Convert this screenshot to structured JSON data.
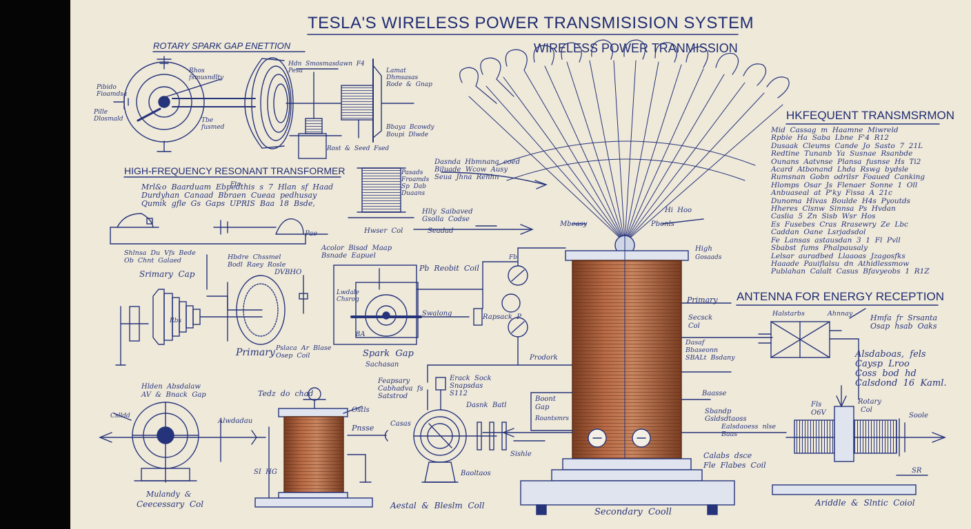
{
  "header": {
    "title": "TESLA'S  WIRELESS POWER TRANSMISISION  SYSTEM",
    "subtitle": "WIRELESS POWER TRANMISSION"
  },
  "sections": {
    "rotary": "ROTARY  SPARK  GAP  ENETTION",
    "hf_transformer": "HIGH-FREQUENCY  RESONANT  TRANSFORMER",
    "hf_transmission": "HKFEQUENT  TRANSMSRMON",
    "antenna": "ANTENNA  FOR  ENERGY  RECEPTION"
  },
  "labels": {
    "primary": "Primary",
    "primary2": "Primary",
    "secondary_coil": "Secondary  Cooll",
    "spark_gap": "Spark  Gap",
    "spark_gap_sub": "Sachasan",
    "srimary_cap": "Srimary  Cap",
    "hwer_col": "Hwser  Col",
    "high": "High",
    "high_sub": "Gosaads",
    "secsck": "Secsck",
    "secsck_sub": "Col",
    "prodork": "Prodork",
    "mbeasy": "Mbeasy",
    "pbonls": "Pbonls",
    "rotary_col": "Rotary",
    "rotary_col_sub": "Col",
    "ariddle": "Ariddle  &  Slntic  Coiol",
    "aestal": "Aestal  &  Bleslm  Coll",
    "ceecessary": "Ceecessary  Col",
    "mulandy": "Mulandy  &",
    "tedz": "Tedz  do  chad",
    "bbase": "Baasse",
    "soole": "Soole",
    "sishle": "Sishle",
    "swalong": "Swalong",
    "ba": "8A",
    "si_h": "SI  HG",
    "sr": "SR",
    "fls": "Fls",
    "fls_sub": "O6V",
    "calabs": "Calabs  dsce",
    "calabs_sub": "Fle  Flabes  Coil"
  },
  "scribbles": {
    "hf_body": "Mid  Cassag  m  Haamne  Miwreld\nRpbie  Ha  Saba  Lbne  F'4  R12\nDusaak  Cleums  Cande  Jo  Sasto  7  21L\nRedtine  Tunanb  Ya  Susnae  Rsanbde\nOunans  Aatvnse  Plansa  fusnse  Hs  Ti2\nAcard  Atbonand  Lhda  Rswg  bydsle\nRumsnan  Gobn  odrilsr  Foaued  Canking\nHlomps  Osar  Js  Flenaer  Sonne  1  Oll\nAnbuaseal  at  P'ky  Fissa  A  21c\nDunoma  Hivas  Boulde  H4s  Pyoutds\nHheres  Clsnw  Sinnsa  Ps  Hvdan\nCaslia  5  Zn  Sisb  Wsr  Hos\nEs  Fusebes  Cras  Rrasewry  Ze  Lbc\nCaddan  Oane  Lsrjadsdol\nFe  Lansas  astausdan  3  1  Fl  Pvll\nSbabst  fums  Phalpausaly\nLelsar  auradbed  Llaaoas  Jzagosfks\nHaaade  Pauiflalsu  dn  Athidlessmow\nPublahan  Calalt  Casus  Bfavyeobs  1  R1Z",
    "hf_transformer_body": "Mrl&o  Baarduam  Ebpedthis  s  7  Hlan  sf  Haad\nDurdyhan  Canaad  Bbraen  Cueaa  pedhusay\nQumik  gfle  Gs  Gaps  UPRIS  Baa  18  Bsde,",
    "antenna_body": "Alsdaboas,  fels\nCaysp  Lroo\nCoss  bod  hd\nCalsdond  16  Kaml.",
    "antenna_top": "Hmfa  fr  Srsanta\nOsap  hsab  Oaks",
    "rotary_a": "Pibido\nFioamdsa",
    "rotary_b": "Pille\nDlosmald",
    "rotary_c": "Rhos\nfsmusndlty",
    "rotary_d": "Tbe\nfusmed",
    "rotary_e": "Hdn  Smosmasdawn  F4\nPesa",
    "rotary_f": "Lamat\nDhmsasas\nRode  &  Gnap",
    "rotary_g": "Bbaya  Bcowdy\nBoupi  Dlwde",
    "rotary_h": "Rost  &  Seed  Fsed",
    "mid_a": "Dasnda  Hbmnana  coed\nBiluade  Wcow  Ausy\nSeua  Jhna  Renhn",
    "mid_b": "Pasads\nFroamds\nSp  Dab\nDuaans",
    "mid_c": "Hlly  Saibaved\nGsolla  Codse",
    "mid_d": "Acolor  Bisad  Maap\nBsnade  Eapuel",
    "mid_e": "Pb  Reobit  Coil",
    "mid_f": "Lwdale\nChsrog",
    "mid_g": "Shlnsa  Du  Vfs  Bede\nOb  Chnt  Galaed",
    "mid_h": "Hbdre  Chssmel\nBodl  Raey  Rosle",
    "mid_i": "Pslaca  Ar  Blase\nOsep  Coil",
    "mid_j": "Feapsary\nCabhadva  fs\nSatstrod",
    "mid_k": "Erack  Sock\nSnapsdas\nS112",
    "mid_l": "Dasnk  Batl",
    "mid_m": "Baoltaos",
    "mid_n": "Hlden  Absdalaw\nAV  &  Bnack  Gap",
    "mid_o": "Alwdadau",
    "mid_p": "Cslldd",
    "mid_q": "Casas",
    "mid_r": "Pnsse",
    "mid_s": "Ostls",
    "mid_t": "Dasaf\nBbaseonn\nSBALt  Bsdany",
    "mid_u": "Boont\nGap",
    "mid_v": "Roantsmrs",
    "mid_w": "Sbandp\nGsldsdtaoss",
    "mid_x": "Ealsdaoess  nlse\nBaas",
    "mid_y": "Halstarbs",
    "mid_z": "Ahnnay",
    "mid_aa": "Hi  Hoo",
    "mid_ab": "DVBHO",
    "mid_ac": "Rbs",
    "mid_ad": "Fto",
    "mid_ae": "Pae",
    "mid_af": "Seadad",
    "mid_ag": "Fb",
    "mid_ah": "Rapsack  P"
  },
  "colors": {
    "paper": "#efe9da",
    "ink": "#25337a",
    "copper": "#a45a38"
  }
}
